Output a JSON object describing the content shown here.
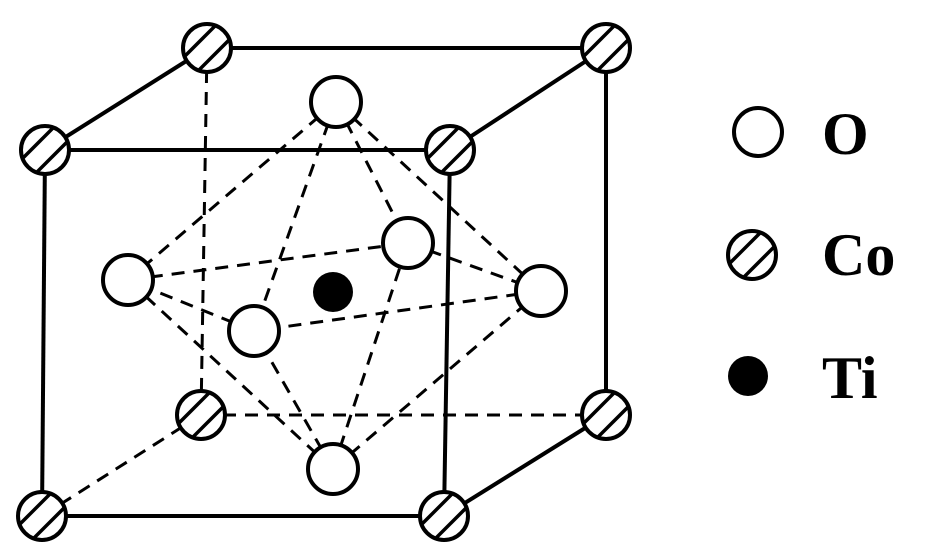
{
  "legend": {
    "items": [
      {
        "symbol": "open-circle-icon",
        "label": "O"
      },
      {
        "symbol": "hatched-circle-icon",
        "label": "Co"
      },
      {
        "symbol": "filled-circle-icon",
        "label": "Ti"
      }
    ]
  },
  "colors": {
    "line": "#000000",
    "background": "#ffffff",
    "ti_fill": "#000000",
    "o_fill": "#ffffff"
  }
}
